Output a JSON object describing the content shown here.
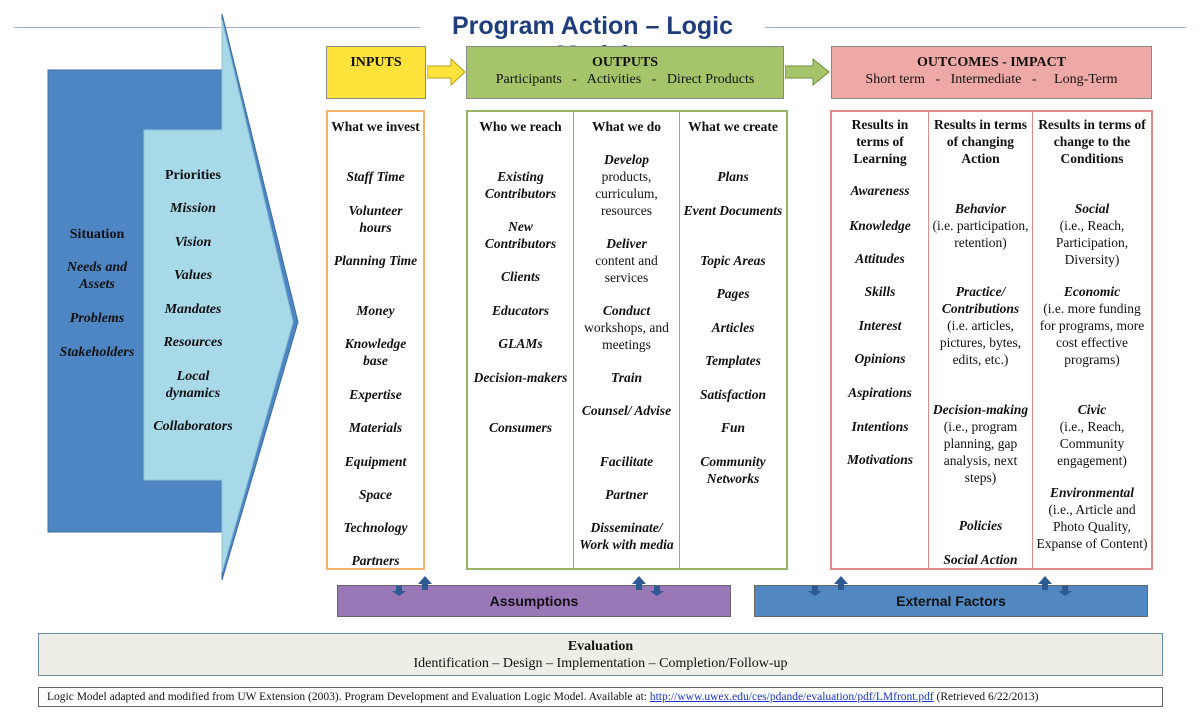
{
  "title": "Program Action – Logic Model",
  "colors": {
    "inputs": "#ffe33a",
    "outputs": "#a6c56a",
    "outcomes": "#eea9a6",
    "situation": "#4e86c4",
    "priorities": "#a8d9e9",
    "assumptions": "#9a77b6",
    "external": "#5188c2",
    "title": "#1f3d7a"
  },
  "situation": {
    "items": [
      "Situation",
      "Needs and Assets",
      "Problems",
      "Stakeholders"
    ]
  },
  "priorities": {
    "items": [
      "Priorities",
      "Mission",
      "Vision",
      "Values",
      "Mandates",
      "Resources",
      "Local dynamics",
      "Collaborators"
    ]
  },
  "headers": {
    "inputs": {
      "title": "INPUTS"
    },
    "outputs": {
      "title": "OUTPUTS",
      "sub": [
        "Participants",
        "-",
        "Activities",
        "-",
        "Direct Products"
      ]
    },
    "outcomes": {
      "title": "OUTCOMES - IMPACT",
      "sub": [
        "Short term",
        "-",
        "Intermediate",
        "-",
        "Long-Term"
      ]
    }
  },
  "columns": {
    "inputs": {
      "heading": "What we invest",
      "items": [
        "Staff Time",
        "Volunteer hours",
        "Planning Time",
        "Money",
        "Knowledge base",
        "Expertise",
        "Materials",
        "Equipment",
        "Space",
        "Technology",
        "Partners"
      ]
    },
    "reach": {
      "heading": "Who we reach",
      "items": [
        "Existing Contributors",
        "New Contributors",
        "Clients",
        "Educators",
        "GLAMs",
        "Decision-makers",
        "Consumers"
      ]
    },
    "do": {
      "heading": "What we do",
      "items": [
        {
          "em": "Develop",
          "rest": "products, curriculum, resources"
        },
        {
          "em": "Deliver",
          "rest": "content and services"
        },
        {
          "em": "Conduct",
          "rest": "workshops, and meetings"
        },
        {
          "em": "Train",
          "rest": ""
        },
        {
          "em": "Counsel/ Advise",
          "rest": ""
        },
        {
          "em": "Facilitate",
          "rest": ""
        },
        {
          "em": "Partner",
          "rest": ""
        },
        {
          "em": "Disseminate/ Work with media",
          "rest": ""
        }
      ]
    },
    "create": {
      "heading": "What we create",
      "items": [
        "Plans",
        "Event Documents",
        "Topic Areas",
        "Pages",
        "Articles",
        "Templates",
        "Satisfaction",
        "Fun",
        "Community Networks"
      ]
    },
    "learning": {
      "heading": "Results in terms of Learning",
      "items": [
        "Awareness",
        "Knowledge",
        "Attitudes",
        "Skills",
        "Interest",
        "Opinions",
        "Aspirations",
        "Intentions",
        "Motivations"
      ]
    },
    "action": {
      "heading": "Results in terms of changing Action",
      "items": [
        {
          "em": "Behavior",
          "rest": "(i.e. participation, retention)"
        },
        {
          "em": "Practice/ Contributions",
          "rest": "(i.e. articles, pictures, bytes, edits, etc.)"
        },
        {
          "em": "Decision-making",
          "rest": "(i.e., program planning, gap analysis, next steps)"
        },
        {
          "em": "Policies",
          "rest": ""
        },
        {
          "em": "Social Action",
          "rest": ""
        }
      ]
    },
    "conditions": {
      "heading": "Results in terms of change to the Conditions",
      "items": [
        {
          "em": "Social",
          "rest": "(i.e., Reach, Participation, Diversity)"
        },
        {
          "em": "Economic",
          "rest": "(i.e. more funding for programs, more cost effective programs)"
        },
        {
          "em": "Civic",
          "rest": "(i.e., Reach, Community engagement)"
        },
        {
          "em": "Environmental",
          "rest": "(i.e., Article and Photo Quality, Expanse of Content)"
        }
      ]
    }
  },
  "bars": {
    "assumptions": "Assumptions",
    "external": "External Factors"
  },
  "evaluation": {
    "title": "Evaluation",
    "steps": "Identification – Design – Implementation – Completion/Follow-up"
  },
  "footer": {
    "text": "Logic Model adapted and modified from UW Extension (2003). Program Development and Evaluation Logic Model. Available at:",
    "link": "http://www.uwex.edu/ces/pdande/evaluation/pdf/LMfront.pdf",
    "retrieved": "(Retrieved 6/22/2013)"
  }
}
